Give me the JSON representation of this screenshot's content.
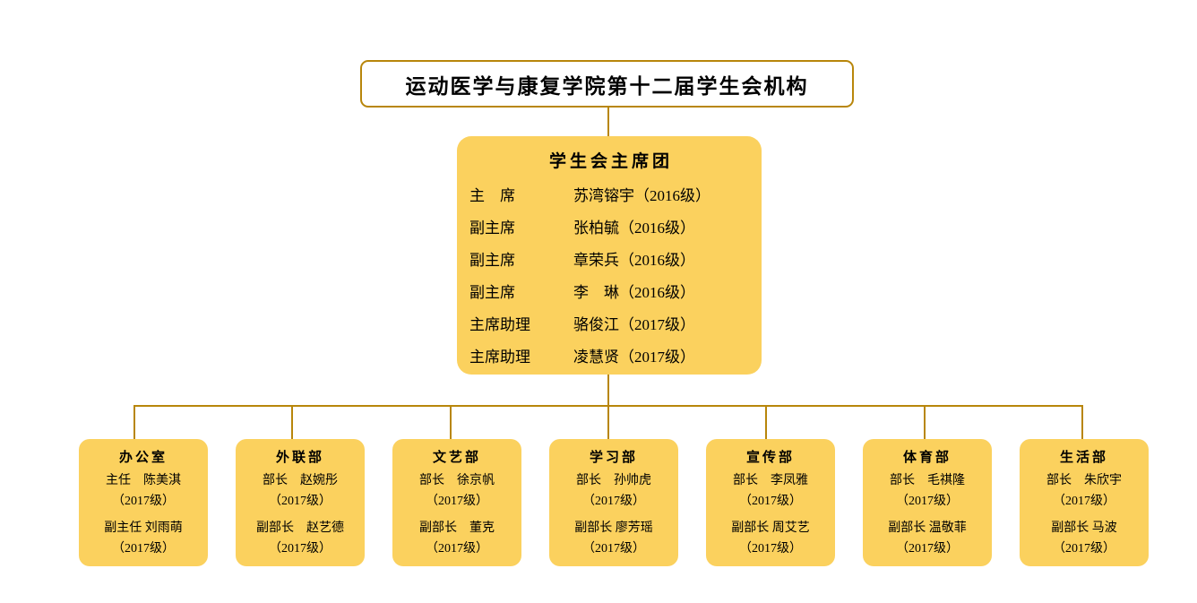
{
  "colors": {
    "box_fill": "#FBD15E",
    "line": "#B8860B",
    "background": "#FFFFFF",
    "text": "#000000"
  },
  "org_title": "运动医学与康复学院第十二届学生会机构",
  "presidium": {
    "title": "学生会主席团",
    "rows": [
      {
        "role": "主　席",
        "name": "苏湾镕宇（2016级）"
      },
      {
        "role": "副主席",
        "name": "张柏毓（2016级）"
      },
      {
        "role": "副主席",
        "name": "章荣兵（2016级）"
      },
      {
        "role": "副主席",
        "name": "李　琳（2016级）"
      },
      {
        "role": "主席助理",
        "name": "骆俊江（2017级）"
      },
      {
        "role": "主席助理",
        "name": "凌慧贤（2017级）"
      }
    ]
  },
  "departments": [
    {
      "title": "办公室",
      "lines": [
        "主任　陈美淇",
        "（2017级）",
        "副主任 刘雨萌",
        "（2017级）"
      ]
    },
    {
      "title": "外联部",
      "lines": [
        "部长　赵婉彤",
        "（2017级）",
        "副部长　赵艺德",
        "（2017级）"
      ]
    },
    {
      "title": "文艺部",
      "lines": [
        "部长　徐京帆",
        "（2017级）",
        "副部长　董克",
        "（2017级）"
      ]
    },
    {
      "title": "学习部",
      "lines": [
        "部长　孙帅虎",
        "（2017级）",
        "副部长 廖芳瑶",
        "（2017级）"
      ]
    },
    {
      "title": "宣传部",
      "lines": [
        "部长　李凤雅",
        "（2017级）",
        "副部长 周艾艺",
        "（2017级）"
      ]
    },
    {
      "title": "体育部",
      "lines": [
        "部长　毛祺隆",
        "（2017级）",
        "副部长 温敬菲",
        "（2017级）"
      ]
    },
    {
      "title": "生活部",
      "lines": [
        "部长　朱欣宇",
        "（2017级）",
        "副部长 马波",
        "（2017级）"
      ]
    }
  ]
}
